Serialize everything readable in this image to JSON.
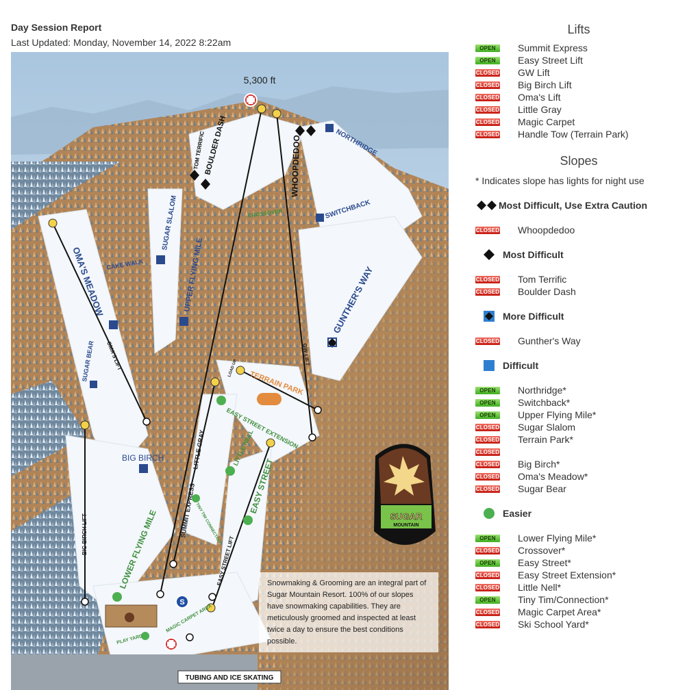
{
  "header": {
    "title": "Day Session Report",
    "updated": "Last Updated: Monday, November 14, 2022 8:22am"
  },
  "map": {
    "elevation": "5,300 ft",
    "trail_labels": {
      "tom_terrific": "TOM TERRIFIC",
      "boulder_dash": "BOULDER DASH",
      "whoopdedoo": "WHOOPDEDOO",
      "northridge": "NORTHRIDGE",
      "crossover": "CROSSOVER",
      "switchback": "SWITCHBACK",
      "sugar_slalom": "SUGAR SLALOM",
      "omas_meadow": "OMA'S MEADOW",
      "cake_walk": "CAKE WALK",
      "upper_flying_mile": "UPPER FLYING MILE",
      "gunthers_way": "GUNTHER'S WAY",
      "sugar_bear": "SUGAR BEAR",
      "omas_lift": "OMA'S LIFT",
      "gw_lift": "GW LIFT",
      "terrain_park": "TERRAIN PARK",
      "load_lift": "LOAD UP",
      "easy_street_extension": "EASY STREET EXTENSION",
      "little_gray": "LITTLE GRAY",
      "little_nell": "LITTLE NELL",
      "big_birch": "BIG BIRCH",
      "easy_street": "EASY STREET",
      "summit_express": "SUMMIT EXPRESS",
      "tiny_tim": "TINY TIM CONNECTION",
      "big_birch_lift": "BIG BIRCH LIFT",
      "lower_flying_mile": "LOWER FLYING MILE",
      "easy_street_lift": "EASY STREET LIFT",
      "magic_carpet_area": "MAGIC CARPET AREA",
      "play_yard": "PLAY YARD",
      "tubing": "TUBING AND ICE SKATING"
    },
    "logo": {
      "line1": "SUGAR",
      "line2": "MOUNTAIN"
    },
    "info_box": "Snowmaking & Grooming are an integral part of Sugar Mountain Resort. 100% of our slopes have snowmaking capabilities. They are meticulously groomed and inspected at least twice a day to ensure the best conditions possible."
  },
  "status_colors": {
    "open": "#3fae1f",
    "closed": "#c41a10"
  },
  "lifts": {
    "title": "Lifts",
    "items": [
      {
        "status": "OPEN",
        "name": "Summit Express"
      },
      {
        "status": "OPEN",
        "name": "Easy Street Lift"
      },
      {
        "status": "CLOSED",
        "name": "GW Lift"
      },
      {
        "status": "CLOSED",
        "name": "Big Birch Lift"
      },
      {
        "status": "CLOSED",
        "name": "Oma's Lift"
      },
      {
        "status": "CLOSED",
        "name": "Little Gray"
      },
      {
        "status": "CLOSED",
        "name": "Magic Carpet"
      },
      {
        "status": "CLOSED",
        "name": "Handle Tow (Terrain Park)"
      }
    ]
  },
  "slopes": {
    "title": "Slopes",
    "note": "* Indicates slope has lights for night use",
    "categories": {
      "double_black": {
        "label": "Most Difficult, Use Extra Caution",
        "icon": "double-black-diamond-icon",
        "items": [
          {
            "status": "CLOSED",
            "name": "Whoopdedoo"
          }
        ]
      },
      "black": {
        "label": "Most Difficult",
        "icon": "black-diamond-icon",
        "items": [
          {
            "status": "CLOSED",
            "name": "Tom Terrific"
          },
          {
            "status": "CLOSED",
            "name": "Boulder Dash"
          }
        ]
      },
      "more_difficult": {
        "label": "More Difficult",
        "icon": "blue-black-icon",
        "items": [
          {
            "status": "CLOSED",
            "name": "Gunther's Way"
          }
        ]
      },
      "difficult": {
        "label": "Difficult",
        "icon": "blue-square-icon",
        "color": "#2f7fd0",
        "items": [
          {
            "status": "OPEN",
            "name": "Northridge*"
          },
          {
            "status": "OPEN",
            "name": "Switchback*"
          },
          {
            "status": "OPEN",
            "name": "Upper Flying Mile*"
          },
          {
            "status": "CLOSED",
            "name": "Sugar Slalom"
          },
          {
            "status": "CLOSED",
            "name": "Terrain Park*"
          },
          {
            "status": "CLOSED",
            "name": ""
          },
          {
            "status": "CLOSED",
            "name": "Big Birch*"
          },
          {
            "status": "CLOSED",
            "name": "Oma's Meadow*"
          },
          {
            "status": "CLOSED",
            "name": "Sugar Bear"
          }
        ]
      },
      "easier": {
        "label": "Easier",
        "icon": "green-circle-icon",
        "color": "#4caf50",
        "items": [
          {
            "status": "OPEN",
            "name": "Lower Flying Mile*"
          },
          {
            "status": "CLOSED",
            "name": "Crossover*"
          },
          {
            "status": "OPEN",
            "name": "Easy Street*"
          },
          {
            "status": "CLOSED",
            "name": "Easy Street Extension*"
          },
          {
            "status": "CLOSED",
            "name": "Little Nell*"
          },
          {
            "status": "OPEN",
            "name": "Tiny Tim/Connection*"
          },
          {
            "status": "CLOSED",
            "name": "Magic Carpet Area*"
          },
          {
            "status": "CLOSED",
            "name": "Ski School Yard*"
          }
        ]
      }
    }
  }
}
